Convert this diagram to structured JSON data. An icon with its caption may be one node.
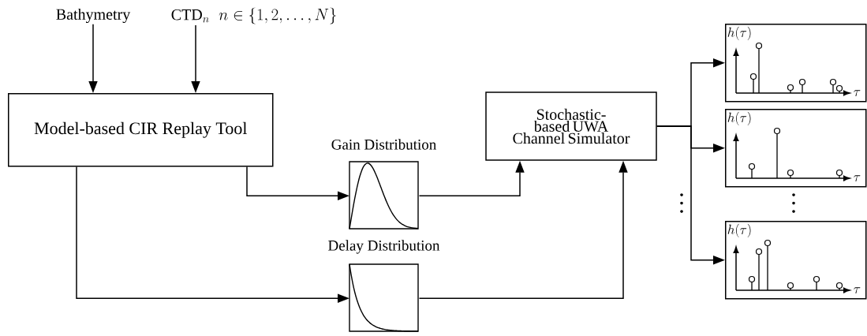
{
  "diagram": {
    "nodes": [
      {
        "text": [
          "Bathymetry"
        ]
      },
      {
        "text": [
          "\\mathrm{CTD}_n\\;\\; n \\in \\{1, 2, \\ldots, N\\}"
        ]
      },
      {
        "text": [
          "Model-based CIR Replay Tool"
        ]
      },
      {
        "text": [
          "Gain Distribution"
        ]
      },
      {
        "text": [
          "Delay Distribution"
        ]
      },
      {
        "text": [
          "Stochastic-based UWA Channel Simulator"
        ]
      },
      {
        "text": [
          "h(\\tau)",
          "\\tau"
        ]
      },
      {
        "text": [
          "h(\\tau)",
          "\\tau"
        ]
      },
      {
        "text": [
          "h(\\tau)",
          "\\tau"
        ]
      }
    ],
    "edges": [
      {
        "from": 0,
        "to": 2,
        "arrow": "to"
      },
      {
        "from": 1,
        "to": 2,
        "arrow": "to"
      },
      {
        "from": 2,
        "to": 3,
        "arrow": "to"
      },
      {
        "from": 3,
        "to": 5,
        "arrow": "to"
      },
      {
        "from": 2,
        "to": 4,
        "arrow": "to"
      },
      {
        "from": 4,
        "to": 5,
        "arrow": "to"
      },
      {
        "from": 5,
        "to": 6,
        "arrow": "to"
      },
      {
        "from": 5,
        "to": 7,
        "arrow": "to"
      },
      {
        "from": 5,
        "to": 8,
        "arrow": "to"
      }
    ]
  }
}
